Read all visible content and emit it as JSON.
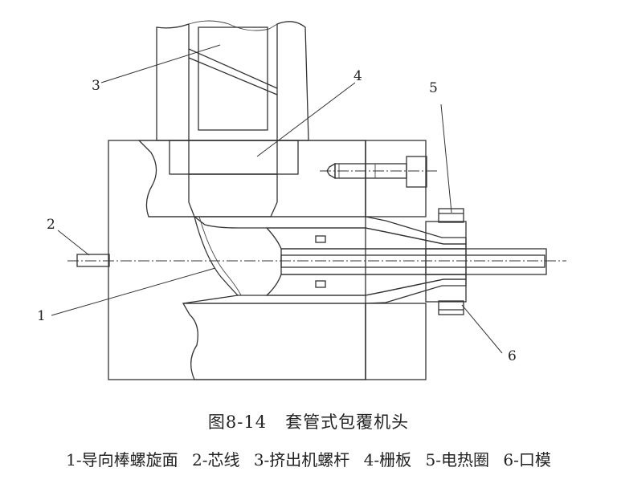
{
  "figure": {
    "number": "图8-14",
    "title": "套管式包覆机头"
  },
  "callouts": [
    {
      "id": "1",
      "label": "1",
      "name": "导向棒螺旋面"
    },
    {
      "id": "2",
      "label": "2",
      "name": "芯线"
    },
    {
      "id": "3",
      "label": "3",
      "name": "挤出机螺杆"
    },
    {
      "id": "4",
      "label": "4",
      "name": "栅板"
    },
    {
      "id": "5",
      "label": "5",
      "name": "电热圈"
    },
    {
      "id": "6",
      "label": "6",
      "name": "口模"
    }
  ],
  "legend": [
    "1-导向棒螺旋面",
    "2-芯线",
    "3-挤出机螺杆",
    "4-栅板",
    "5-电热圈",
    "6-口模"
  ]
}
